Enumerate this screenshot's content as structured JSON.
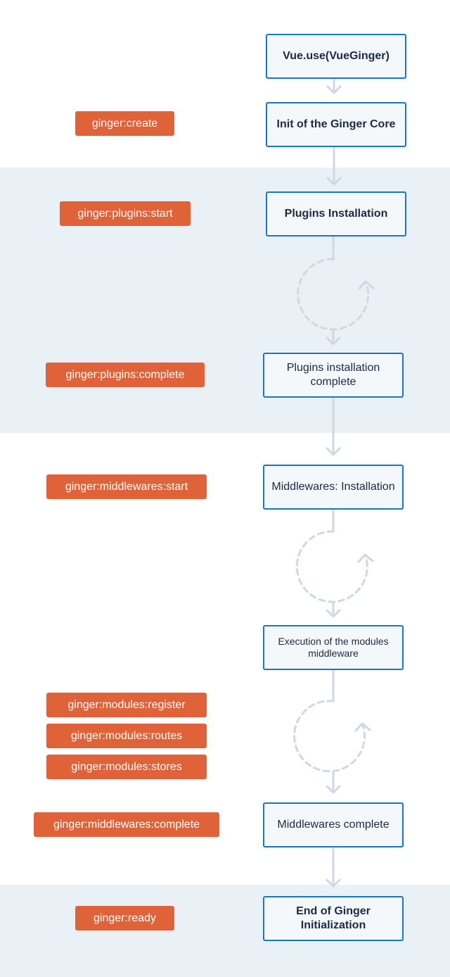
{
  "steps": {
    "vue_use": "Vue.use(VueGinger)",
    "init_core": "Init of the Ginger Core",
    "plugins_installation": "Plugins Installation",
    "plugins_complete": "Plugins installation complete",
    "middlewares_installation": "Middlewares: Installation",
    "modules_middleware": "Execution of the modules middleware",
    "middlewares_complete": "Middlewares complete",
    "end": "End of Ginger Initialization"
  },
  "events": {
    "create": "ginger:create",
    "plugins_start": "ginger:plugins:start",
    "plugins_complete": "ginger:plugins:complete",
    "middlewares_start": "ginger:middlewares:start",
    "modules_register": "ginger:modules:register",
    "modules_routes": "ginger:modules:routes",
    "modules_stores": "ginger:modules:stores",
    "middlewares_complete": "ginger:middlewares:complete",
    "ready": "ginger:ready"
  },
  "colors": {
    "event_fill": "#e06238",
    "box_border": "#1976c2",
    "box_fill": "#f4f8fb",
    "band_fill": "#eaf1f6",
    "connector": "#cdd9e3",
    "text": "#1b2a45"
  }
}
